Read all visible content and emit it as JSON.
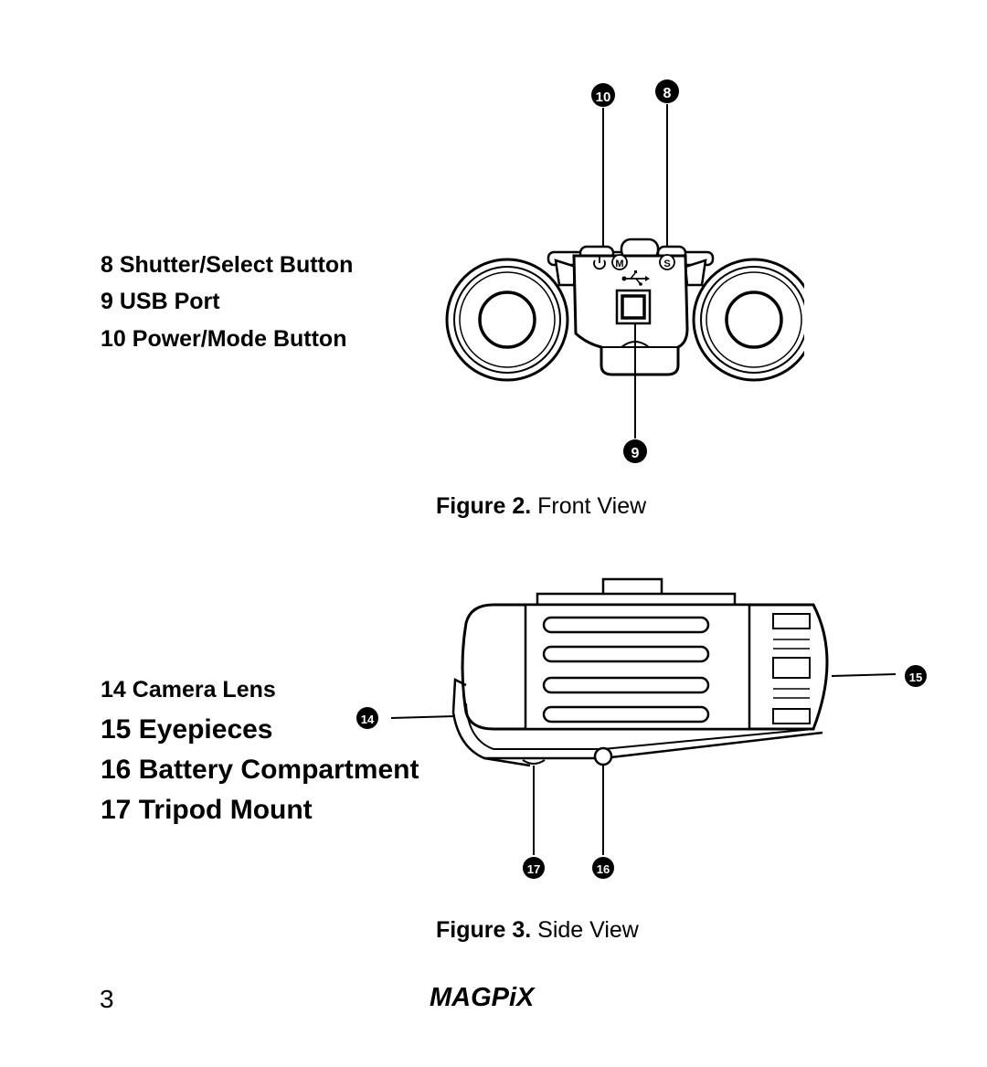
{
  "figure2": {
    "legend": [
      {
        "num": "8",
        "label": "Shutter/Select Button"
      },
      {
        "num": "9",
        "label": "USB Port"
      },
      {
        "num": "10",
        "label": "Power/Mode Button"
      }
    ],
    "callouts": {
      "power": "10",
      "shutter": "8",
      "usb": "9"
    },
    "button_labels": {
      "mode": "M",
      "select": "S"
    },
    "caption_prefix": "Figure 2.",
    "caption_text": "Front View"
  },
  "figure3": {
    "legend": [
      {
        "num": "14",
        "label": "Camera Lens"
      },
      {
        "num": "15",
        "label": "Eyepieces"
      },
      {
        "num": "16",
        "label": "Battery Compartment"
      },
      {
        "num": "17",
        "label": "Tripod Mount"
      }
    ],
    "callouts": {
      "lens": "14",
      "eyepiece": "15",
      "tripod": "17",
      "battery": "16"
    },
    "caption_prefix": "Figure 3.",
    "caption_text": "Side View"
  },
  "footer": {
    "page_number": "3",
    "brand": "MAGPiX"
  }
}
